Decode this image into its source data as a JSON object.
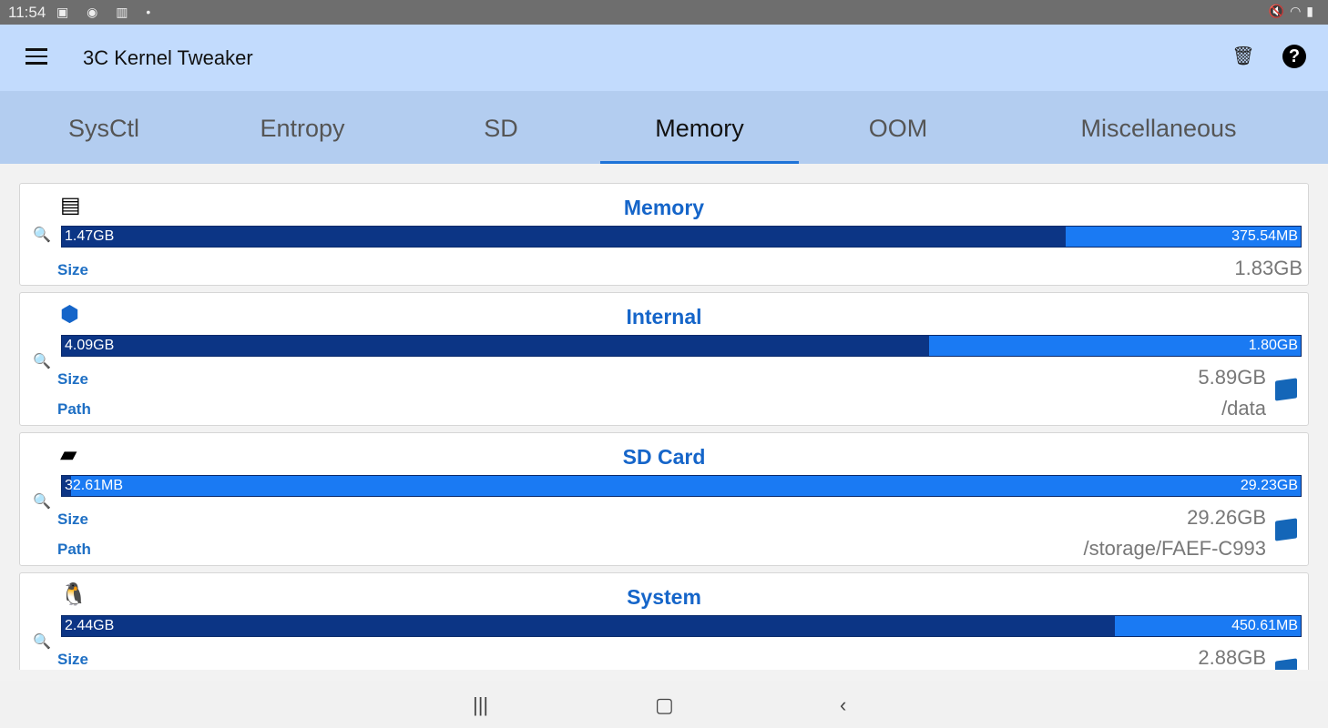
{
  "status_bar": {
    "time": "11:54"
  },
  "app_bar": {
    "title": "3C Kernel Tweaker"
  },
  "tabs": [
    "SysCtl",
    "Entropy",
    "SD",
    "Memory",
    "OOM",
    "Miscellaneous"
  ],
  "active_tab": "Memory",
  "colors": {
    "used": "#0c3585",
    "free": "#1a7af3",
    "accent": "#1565c9"
  },
  "cards": [
    {
      "title": "Memory",
      "icon": "ram-icon",
      "used": "1.47GB",
      "free": "375.54MB",
      "used_fraction": 0.81,
      "size_label": "Size",
      "size": "1.83GB"
    },
    {
      "title": "Internal",
      "icon": "android-icon",
      "used": "4.09GB",
      "free": "1.80GB",
      "used_fraction": 0.7,
      "size_label": "Size",
      "size": "5.89GB",
      "path_label": "Path",
      "path": "/data"
    },
    {
      "title": "SD Card",
      "icon": "sd-card-icon",
      "used": "32.61MB",
      "free": "29.23GB",
      "used_fraction": 0.007,
      "size_label": "Size",
      "size": "29.26GB",
      "path_label": "Path",
      "path": "/storage/FAEF-C993"
    },
    {
      "title": "System",
      "icon": "linux-penguin-icon",
      "used": "2.44GB",
      "free": "450.61MB",
      "used_fraction": 0.85,
      "size_label": "Size",
      "size": "2.88GB"
    }
  ]
}
